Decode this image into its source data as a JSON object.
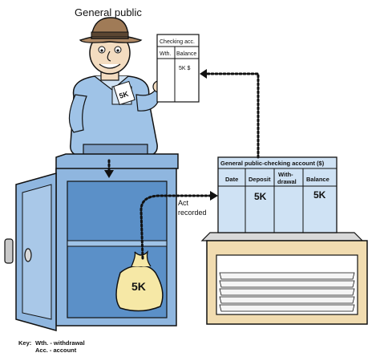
{
  "title": "General public",
  "person_doc": {
    "heading": "Checking acc.",
    "col1": "Wth.",
    "col2": "Balance",
    "value": "5K $"
  },
  "pocket_tag": "5K",
  "ledger": {
    "title": "General public-checking account ($)",
    "headers": [
      "Date",
      "Deposit",
      "With-",
      "drawal",
      "Balance"
    ],
    "deposit": "5K",
    "balance": "5K"
  },
  "arrow_label": [
    "Act",
    "recorded"
  ],
  "money_bag": "5K",
  "key": {
    "heading": "Key:",
    "line1": "Wth. - withdrawal",
    "line2": "Acc. - account"
  }
}
